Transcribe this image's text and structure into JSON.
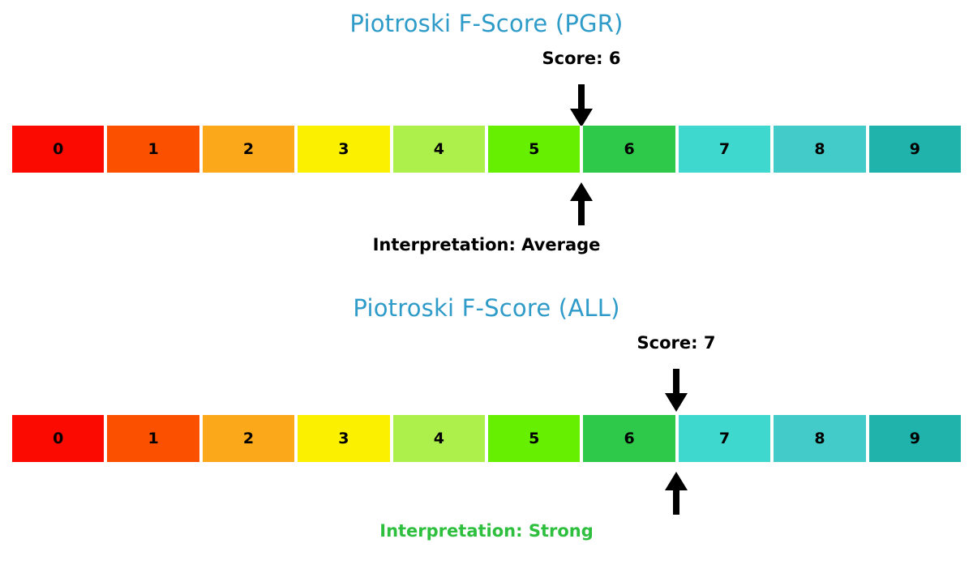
{
  "chart_data": [
    {
      "type": "bar",
      "id": "pgr",
      "title": "Piotroski F-Score (PGR)",
      "title_color": "#2e9bc9",
      "categories": [
        "0",
        "1",
        "2",
        "3",
        "4",
        "5",
        "6",
        "7",
        "8",
        "9"
      ],
      "cell_colors": [
        "#fa0a00",
        "#fa5000",
        "#fba81a",
        "#fbf000",
        "#adf04b",
        "#66ef00",
        "#2ec84a",
        "#3ed8cf",
        "#42cbc8",
        "#1fb3ab"
      ],
      "score": 6,
      "score_label": "Score: 6",
      "score_marker_position_pct": 70,
      "interpretation": "Average",
      "interpretation_label": "Interpretation: Average",
      "interpretation_color": "#000000",
      "xlabel": "",
      "ylabel": "",
      "xlim": [
        0,
        10
      ],
      "grid": false,
      "legend": "none"
    },
    {
      "type": "bar",
      "id": "all",
      "title": "Piotroski F-Score (ALL)",
      "title_color": "#2e9bc9",
      "categories": [
        "0",
        "1",
        "2",
        "3",
        "4",
        "5",
        "6",
        "7",
        "8",
        "9"
      ],
      "cell_colors": [
        "#fa0a00",
        "#fa5000",
        "#fba81a",
        "#fbf000",
        "#adf04b",
        "#66ef00",
        "#2ec84a",
        "#3ed8cf",
        "#42cbc8",
        "#1fb3ab"
      ],
      "score": 7,
      "score_label": "Score: 7",
      "score_marker_position_pct": 70,
      "interpretation": "Strong",
      "interpretation_label": "Interpretation: Strong",
      "interpretation_color": "#2ebf3e",
      "xlabel": "",
      "ylabel": "",
      "xlim": [
        0,
        10
      ],
      "grid": false,
      "legend": "none"
    }
  ],
  "panels": {
    "pgr": {
      "title": "Piotroski F-Score (PGR)",
      "score_label": "Score: 6",
      "interpretation_label": "Interpretation: Average",
      "cells": [
        {
          "label": "0",
          "color": "#fa0a00"
        },
        {
          "label": "1",
          "color": "#fa5000"
        },
        {
          "label": "2",
          "color": "#fba81a"
        },
        {
          "label": "3",
          "color": "#fbf000"
        },
        {
          "label": "4",
          "color": "#adf04b"
        },
        {
          "label": "5",
          "color": "#66ef00"
        },
        {
          "label": "6",
          "color": "#2ec84a"
        },
        {
          "label": "7",
          "color": "#3ed8cf"
        },
        {
          "label": "8",
          "color": "#42cbc8"
        },
        {
          "label": "9",
          "color": "#1fb3ab"
        }
      ]
    },
    "all": {
      "title": "Piotroski F-Score (ALL)",
      "score_label": "Score: 7",
      "interpretation_label": "Interpretation: Strong",
      "cells": [
        {
          "label": "0",
          "color": "#fa0a00"
        },
        {
          "label": "1",
          "color": "#fa5000"
        },
        {
          "label": "2",
          "color": "#fba81a"
        },
        {
          "label": "3",
          "color": "#fbf000"
        },
        {
          "label": "4",
          "color": "#adf04b"
        },
        {
          "label": "5",
          "color": "#66ef00"
        },
        {
          "label": "6",
          "color": "#2ec84a"
        },
        {
          "label": "7",
          "color": "#3ed8cf"
        },
        {
          "label": "8",
          "color": "#42cbc8"
        },
        {
          "label": "9",
          "color": "#1fb3ab"
        }
      ]
    }
  }
}
